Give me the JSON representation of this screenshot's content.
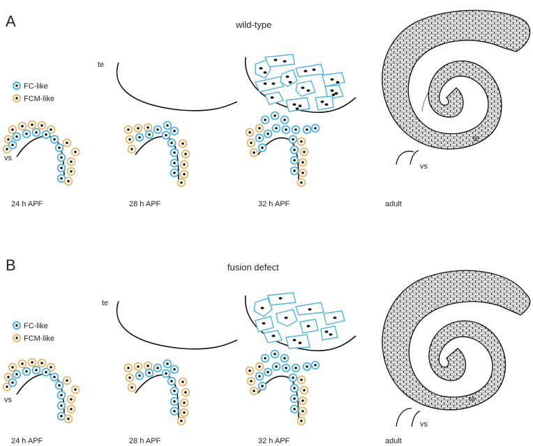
{
  "colors": {
    "fc": "#4db3e1",
    "fcm": "#e9b566",
    "line": "#111111",
    "coil_fill": "#d4d4d4"
  },
  "panels": [
    {
      "letter": "A",
      "title": "wild-type",
      "legend": {
        "fc": "FC-like",
        "fcm": "FCM-like"
      },
      "stages": [
        "24 h APF",
        "28 h APF",
        "32 h APF",
        "adult"
      ],
      "labels": {
        "vs": "vs",
        "te": "te"
      }
    },
    {
      "letter": "B",
      "title": "fusion defect",
      "legend": {
        "fc": "FC-like",
        "fcm": "FCM-like"
      },
      "stages": [
        "24 h APF",
        "28 h APF",
        "32 h APF",
        "adult"
      ],
      "labels": {
        "vs": "vs",
        "te": "te"
      }
    }
  ]
}
